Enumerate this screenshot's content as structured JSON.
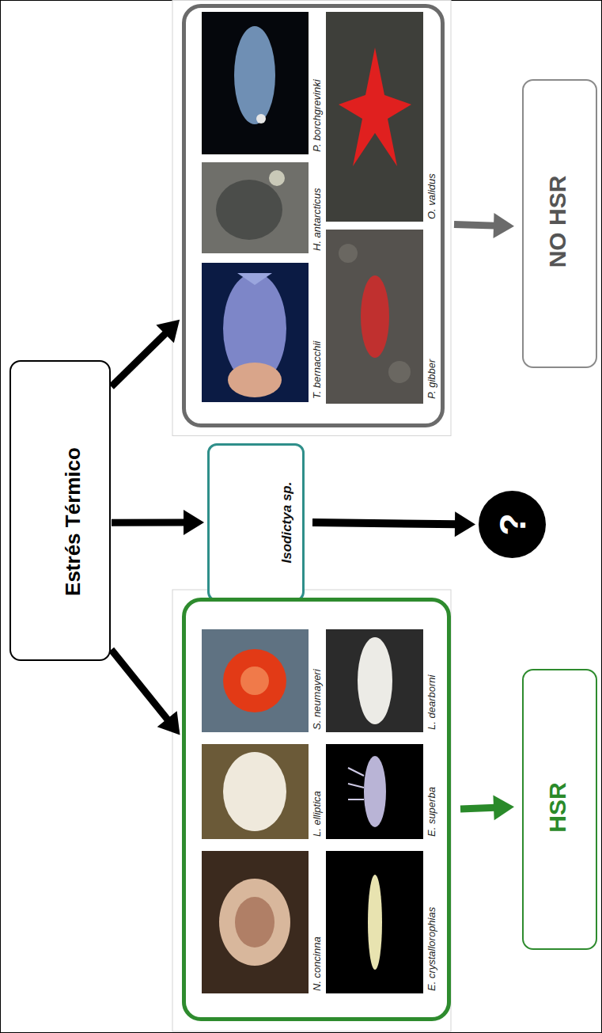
{
  "diagram": {
    "nodes": [
      {
        "text": [
          "Estrés Térmico"
        ]
      },
      {
        "text": []
      },
      {
        "text": [
          "T. bernacchii"
        ],
        "in": 1
      },
      {
        "text": [
          "H. antarcticus"
        ],
        "in": 1
      },
      {
        "text": [
          "P. borchgrevinki"
        ],
        "in": 1
      },
      {
        "text": [
          "P. gibber"
        ],
        "in": 1
      },
      {
        "text": [
          "O. validus"
        ],
        "in": 1
      },
      {
        "text": [
          "Isodictya sp."
        ]
      },
      {
        "text": []
      },
      {
        "text": [
          "N. concinna"
        ],
        "in": 8
      },
      {
        "text": [
          "L. elliptica"
        ],
        "in": 8
      },
      {
        "text": [
          "S. neumayeri"
        ],
        "in": 8
      },
      {
        "text": [
          "E. crystallorophias"
        ],
        "in": 8
      },
      {
        "text": [
          "E. superba"
        ],
        "in": 8
      },
      {
        "text": [
          "L. dearborni"
        ],
        "in": 8
      },
      {
        "text": [
          "NO HSR"
        ]
      },
      {
        "text": [
          "?"
        ]
      },
      {
        "text": [
          "HSR"
        ]
      }
    ],
    "edges": [
      {
        "from": 0,
        "to": 1,
        "arrow": "to"
      },
      {
        "from": 0,
        "to": 7,
        "arrow": "to"
      },
      {
        "from": 0,
        "to": 8,
        "arrow": "to"
      },
      {
        "from": 1,
        "to": 15,
        "arrow": "to"
      },
      {
        "from": 7,
        "to": 16,
        "arrow": "to"
      },
      {
        "from": 8,
        "to": 17,
        "arrow": "to"
      }
    ]
  }
}
